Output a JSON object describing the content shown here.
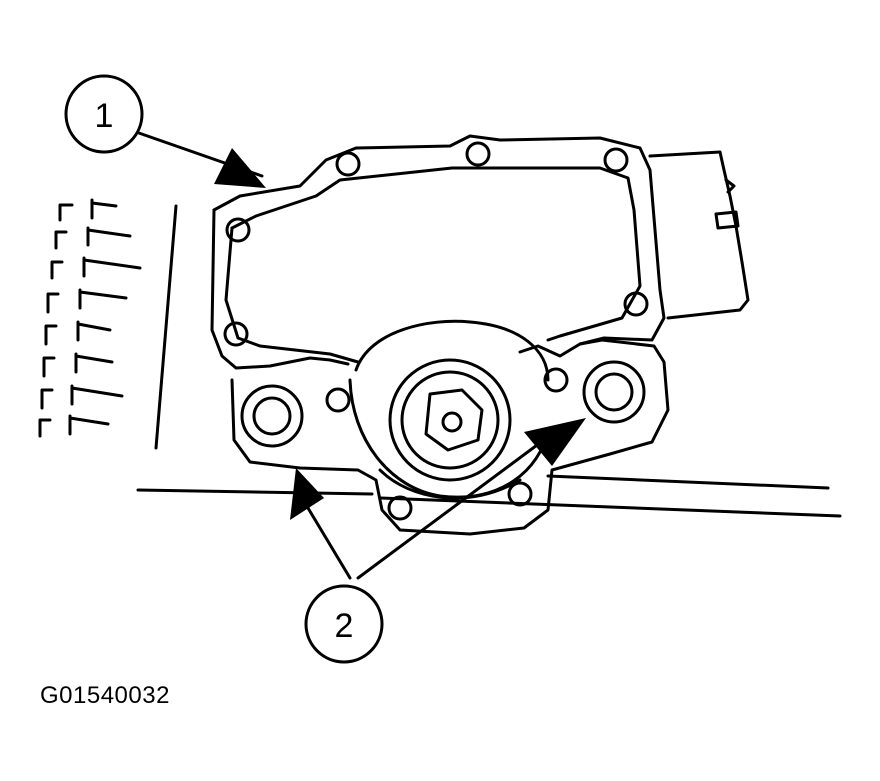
{
  "figure": {
    "callouts": [
      {
        "id": "1",
        "label": "1"
      },
      {
        "id": "2",
        "label": "2"
      }
    ],
    "figure_code": "G01540032"
  },
  "colors": {
    "ink": "#000000",
    "paper": "#ffffff"
  }
}
